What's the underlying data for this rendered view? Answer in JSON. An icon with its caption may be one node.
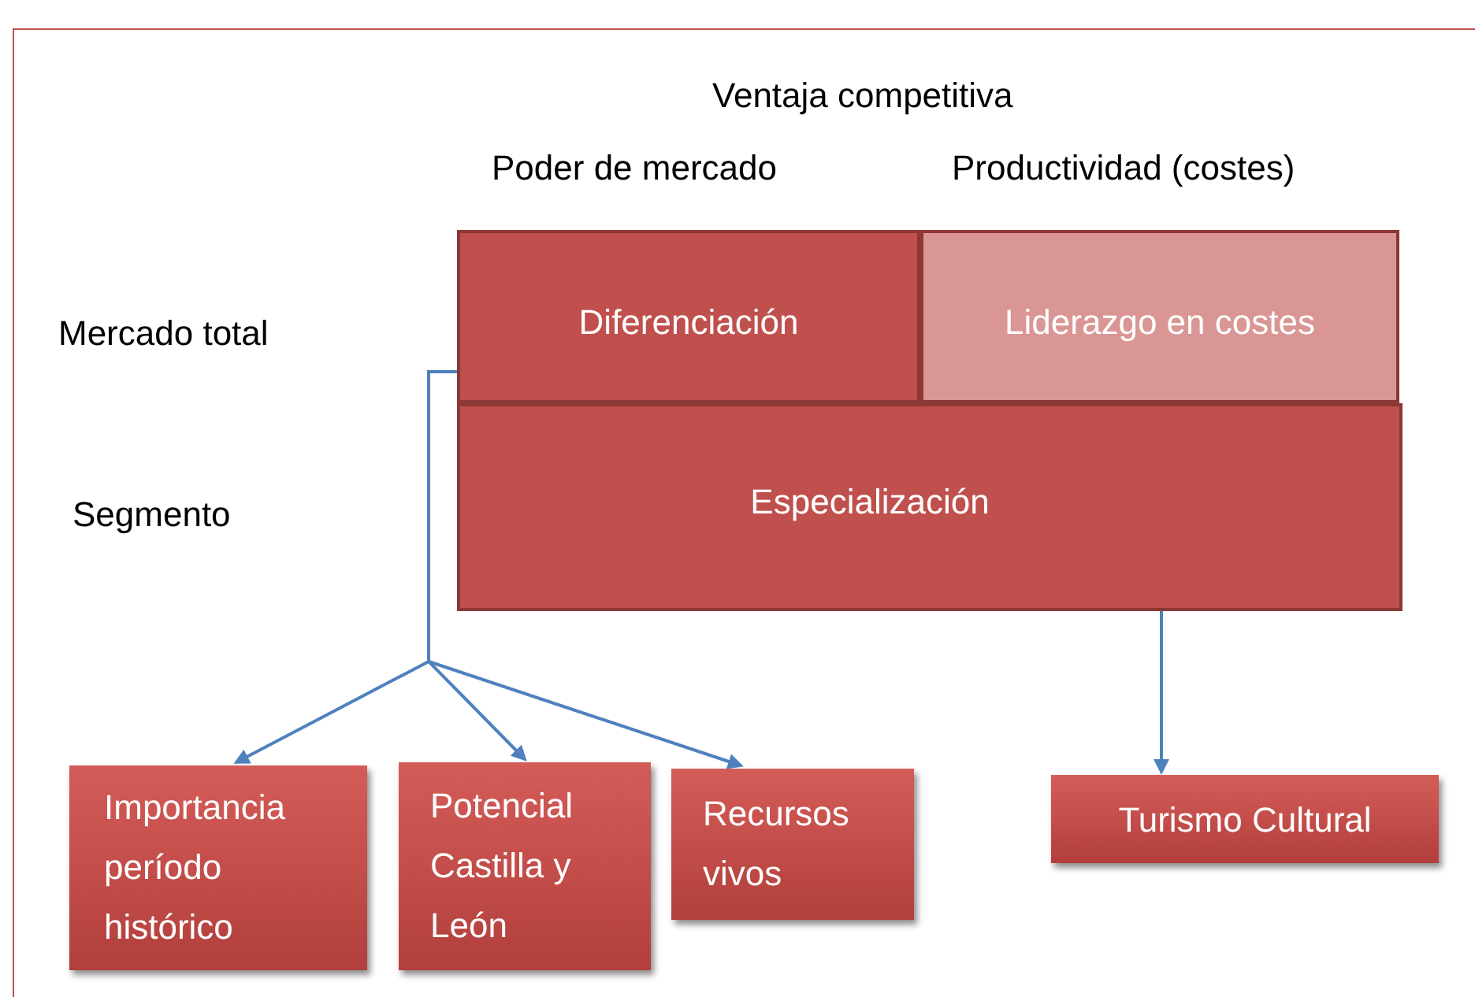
{
  "diagram": {
    "title": "Ventaja competitiva",
    "nodes": [
      {
        "text": [
          "Diferenciación"
        ]
      },
      {
        "text": [
          "Liderazgo en costes"
        ]
      },
      {
        "text": [
          "Especialización"
        ]
      },
      {
        "text": [
          "Importancia período histórico"
        ]
      },
      {
        "text": [
          "Potencial Castilla y León"
        ]
      },
      {
        "text": [
          "Recursos vivos"
        ]
      },
      {
        "text": [
          "Turismo Cultural"
        ]
      }
    ],
    "edges": [
      {
        "from": 0,
        "to": 3,
        "arrow": "to"
      },
      {
        "from": 0,
        "to": 4,
        "arrow": "to"
      },
      {
        "from": 0,
        "to": 5,
        "arrow": "to"
      },
      {
        "from": 2,
        "to": 6,
        "arrow": "to"
      }
    ],
    "labels": [
      "Poder de mercado",
      "Productividad (costes)",
      "Mercado total",
      "Segmento"
    ]
  }
}
